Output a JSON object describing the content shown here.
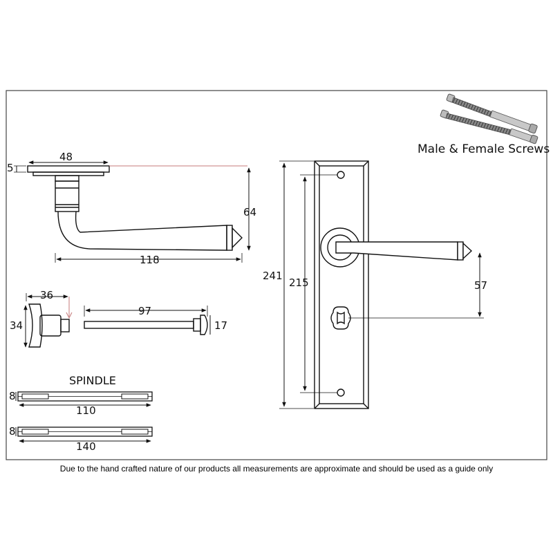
{
  "labels": {
    "screws": "Male & Female Screws",
    "spindle": "SPINDLE",
    "disclaimer": "Due to the hand crafted nature of our products all measurements are approximate and should be used as a guide only"
  },
  "dimensions": {
    "rose_thickness": "5",
    "rose_width": "48",
    "lever_height": "64",
    "lever_length": "118",
    "turn_length": "36",
    "turn_height": "34",
    "release_length": "97",
    "release_height": "17",
    "spindle_short_thickness": "8",
    "spindle_short_length": "110",
    "spindle_long_thickness": "8",
    "spindle_long_length": "140",
    "plate_height": "241",
    "fixing_centres": "215",
    "lever_to_turn": "57"
  },
  "colors": {
    "line": "#111111",
    "frame": "#444444",
    "leader": "#c47a7a"
  }
}
